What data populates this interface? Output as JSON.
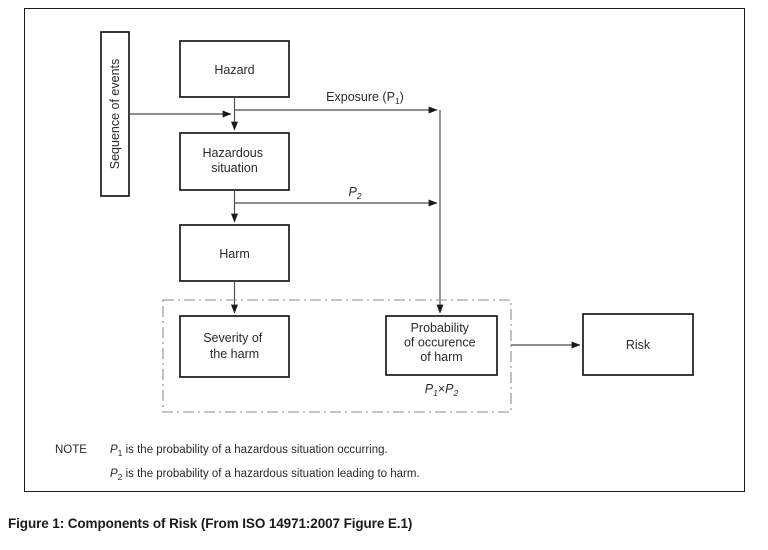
{
  "figure": {
    "caption": "Figure 1: Components of Risk (From ISO 14971:2007 Figure E.1)",
    "frame_color": "#1a1a1a",
    "background": "#ffffff"
  },
  "diagram": {
    "type": "flowchart",
    "sequence_box": {
      "label": "Sequence of events",
      "orientation": "vertical-bottom-to-top"
    },
    "nodes": [
      {
        "id": "hazard",
        "label": "Hazard",
        "lines": [
          "Hazard"
        ]
      },
      {
        "id": "hazardous-situation",
        "label": "Hazardous situation",
        "lines": [
          "Hazardous",
          "situation"
        ]
      },
      {
        "id": "harm",
        "label": "Harm",
        "lines": [
          "Harm"
        ]
      },
      {
        "id": "severity-of-harm",
        "label": "Severity of the harm",
        "lines": [
          "Severity of",
          "the harm"
        ]
      },
      {
        "id": "probability-of-occurence-of-harm",
        "label": "Probability of occurence of harm",
        "lines": [
          "Probability",
          "of occurence",
          "of harm"
        ]
      },
      {
        "id": "risk",
        "label": "Risk",
        "lines": [
          "Risk"
        ]
      }
    ],
    "edge_labels": {
      "exposure": {
        "text": "Exposure (P",
        "sub": "1",
        "tail": ")"
      },
      "p2": {
        "text": "P",
        "sub": "2"
      },
      "product": {
        "p1": "P",
        "p1sub": "1",
        "times": "×",
        "p2": "P",
        "p2sub": "2"
      }
    },
    "dashed_group": {
      "contains": [
        "severity-of-harm",
        "probability-of-occurence-of-harm"
      ],
      "stroke": "#8e8e8e"
    }
  },
  "note": {
    "label": "NOTE",
    "lines": [
      {
        "symbol": "P",
        "sub": "1",
        "text": " is the probability of a hazardous situation occurring."
      },
      {
        "symbol": "P",
        "sub": "2",
        "text": " is the probability of a hazardous situation leading to harm."
      }
    ]
  }
}
